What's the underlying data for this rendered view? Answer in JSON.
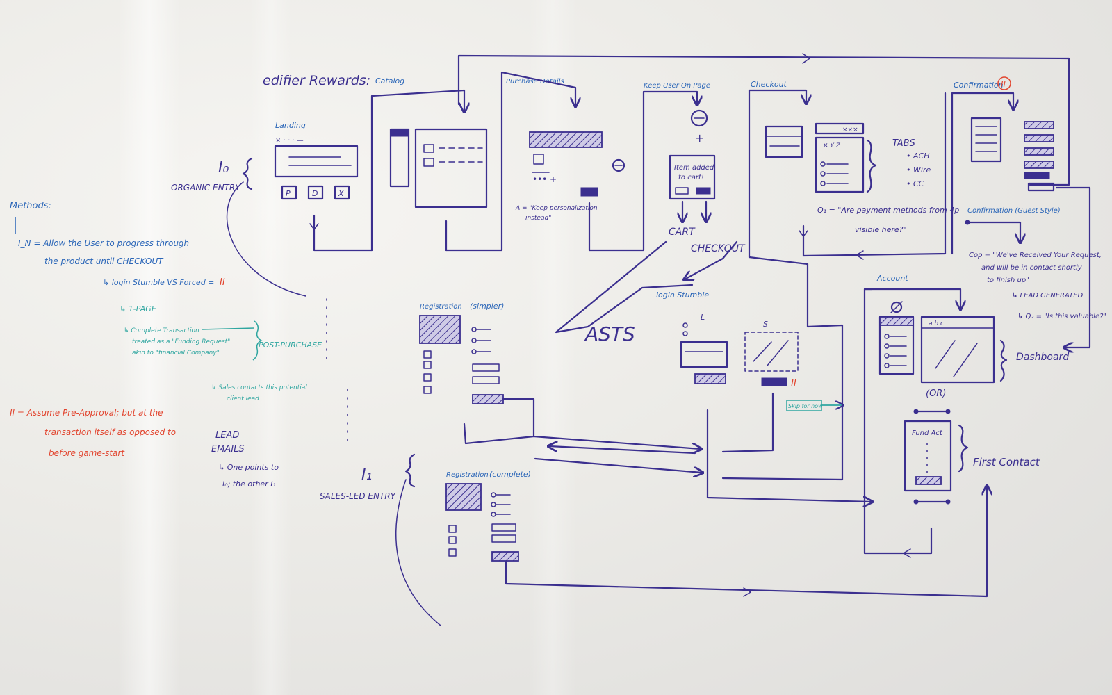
{
  "header": {
    "title": "edifier Rewards:"
  },
  "screens": {
    "landing": "Landing",
    "catalog": "Catalog",
    "purchase": "Purchase Details",
    "keep": "Keep User On Page",
    "checkout": "Checkout",
    "confirmation": "Confirmation",
    "confirmation_num": "II",
    "registration_simple": "Registration",
    "simpler": "(simpler)",
    "registration_complete": "Registration",
    "complete": "(complete)",
    "account": "Account",
    "confirmation_guest": "Confirmation (Guest Style)"
  },
  "landing_buttons": [
    "P",
    "D",
    "X"
  ],
  "labels": {
    "i0": "I₀",
    "organic_entry": "ORGANIC ENTRY",
    "i1": "I₁",
    "sales_led_entry": "SALES-LED ENTRY",
    "cart": "CART",
    "checkout_caps": "CHECKOUT",
    "login_stumble": "login Stumble",
    "l": "L",
    "s": "S",
    "ii_marker": "II",
    "skip_for_now": "Skip for now",
    "or": "(OR)",
    "fund_act": "Fund Act",
    "first_contact": "First Contact",
    "dashboard": "Dashboard",
    "asts": "ASTS",
    "item_added": [
      "Item added",
      "to cart!"
    ],
    "tabs": "TABS",
    "tab_items": [
      "• ACH",
      "• Wire",
      "• CC"
    ],
    "q1": [
      "Q₁ = \"Are payment methods from 4p",
      "visible here?\""
    ],
    "a_note": [
      "A = \"Keep personalization",
      "instead\""
    ],
    "cop": [
      "Cop = \"We've Received Your Request,",
      "and will be in contact shortly",
      "to finish up\""
    ],
    "lead_generated": "↳ LEAD GENERATED",
    "q2": "↳ Q₂ = \"Is this valuable?\"",
    "lead_emails": [
      "LEAD",
      "EMAILS"
    ],
    "lead_emails_note": [
      "↳ One points to",
      "I₀; the other I₁"
    ]
  },
  "methods": {
    "title": "Methods:",
    "m1": [
      "I_N = Allow the User to progress through",
      "the product until CHECKOUT"
    ],
    "login_vs": "↳ login Stumble  VS  Forced = ",
    "login_vs_ii": "II",
    "one_page": "↳ 1-PAGE",
    "complete_txn": [
      "↳ Complete Transaction",
      "treated as a \"Funding Request\"",
      "akin to \"financial Company\""
    ],
    "post_purchase": "POST-PURCHASE",
    "sales_note": [
      "↳ Sales contacts this potential",
      "client lead"
    ],
    "ii_note": [
      "II = Assume Pre-Approval; but at the",
      "transaction itself as opposed to",
      "before game-start"
    ]
  },
  "colors": {
    "ink": "#3b2f8f",
    "blue": "#2b66b8",
    "red": "#e2452f",
    "teal": "#2fa6a0"
  }
}
